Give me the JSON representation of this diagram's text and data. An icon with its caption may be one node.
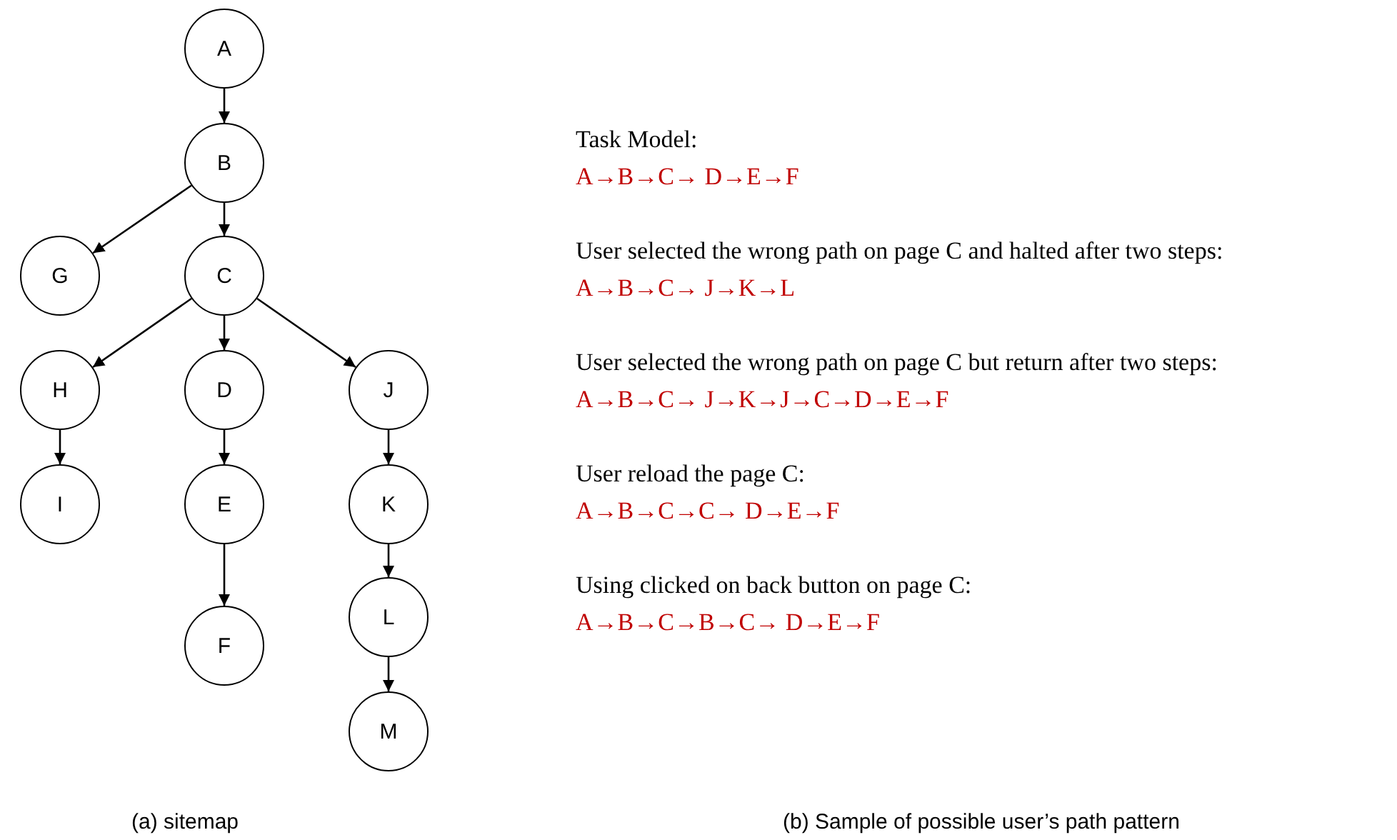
{
  "diagram": {
    "nodes": [
      {
        "text": [
          "A"
        ]
      },
      {
        "text": [
          "B"
        ]
      },
      {
        "text": [
          "G"
        ]
      },
      {
        "text": [
          "C"
        ]
      },
      {
        "text": [
          "H"
        ]
      },
      {
        "text": [
          "D"
        ]
      },
      {
        "text": [
          "J"
        ]
      },
      {
        "text": [
          "I"
        ]
      },
      {
        "text": [
          "E"
        ]
      },
      {
        "text": [
          "K"
        ]
      },
      {
        "text": [
          "F"
        ]
      },
      {
        "text": [
          "L"
        ]
      },
      {
        "text": [
          "M"
        ]
      }
    ],
    "edges": [
      {
        "from": 0,
        "to": 1,
        "arrow": "to"
      },
      {
        "from": 1,
        "to": 2,
        "arrow": "to"
      },
      {
        "from": 1,
        "to": 3,
        "arrow": "to"
      },
      {
        "from": 3,
        "to": 4,
        "arrow": "to"
      },
      {
        "from": 3,
        "to": 5,
        "arrow": "to"
      },
      {
        "from": 3,
        "to": 6,
        "arrow": "to"
      },
      {
        "from": 4,
        "to": 7,
        "arrow": "to"
      },
      {
        "from": 5,
        "to": 8,
        "arrow": "to"
      },
      {
        "from": 6,
        "to": 9,
        "arrow": "to"
      },
      {
        "from": 8,
        "to": 10,
        "arrow": "to"
      },
      {
        "from": 9,
        "to": 11,
        "arrow": "to"
      },
      {
        "from": 11,
        "to": 12,
        "arrow": "to"
      }
    ],
    "labels": [
      "Task Model:",
      "A→B→C→ D→E→F",
      "User selected the wrong path on page C and halted after two steps:",
      "A→B→C→ J→K→L",
      "User selected the wrong path on page C but return after two steps:",
      "A→B→C→ J→K→J→C→D→E→F",
      "User reload the page C:",
      "A→B→C→C→ D→E→F",
      "Using clicked on back button on page C:",
      "A→B→C→B→C→ D→E→F",
      "(a) sitemap",
      "(b) Sample of possible user’s path pattern"
    ]
  }
}
